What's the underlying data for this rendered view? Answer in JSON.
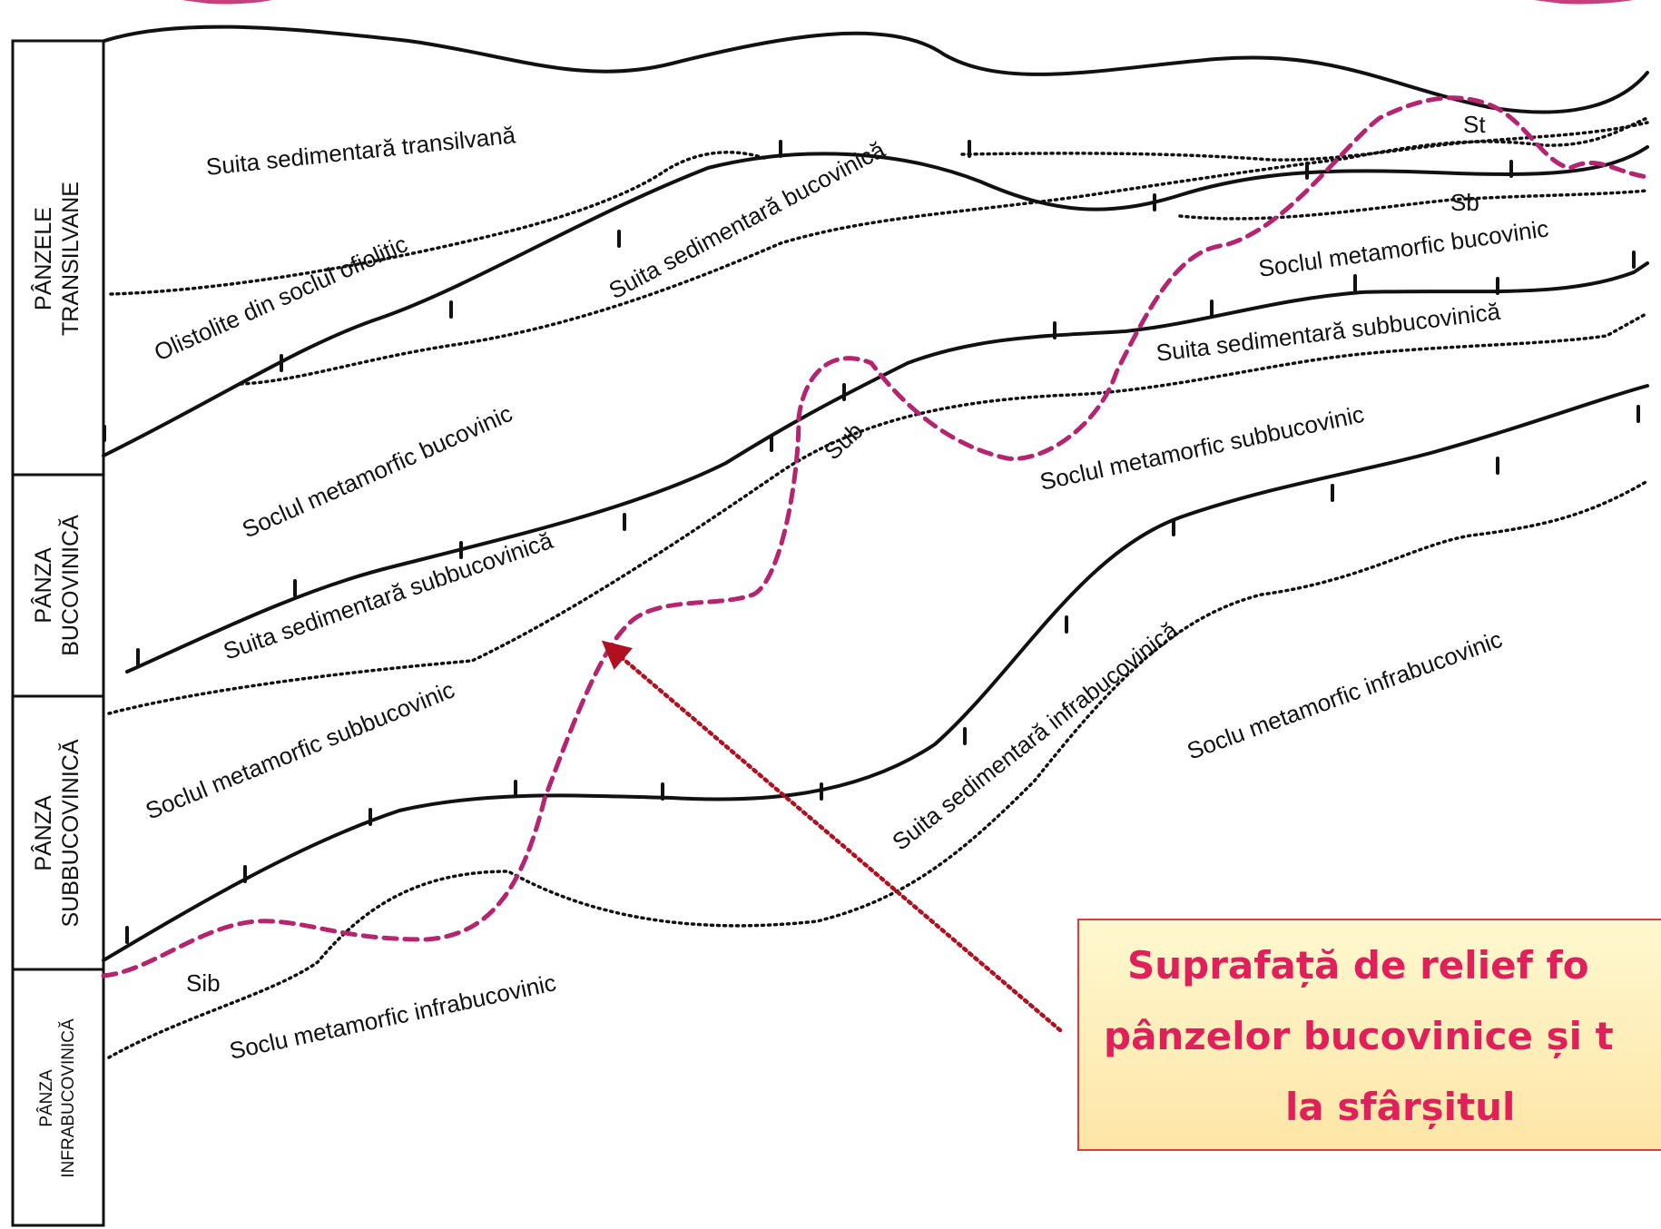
{
  "columns": {
    "transilvane_line1": "PÂNZELE",
    "transilvane_line2": "TRANSILVANE",
    "bucovinica_line1": "PÂNZA",
    "bucovinica_line2": "BUCOVINICĂ",
    "subbucovinica_line1": "PÂNZA",
    "subbucovinica_line2": "SUBBUCOVINICĂ",
    "infrabucovinica_line1": "PÂNZA",
    "infrabucovinica_line2": "INFRABUCOVINICĂ"
  },
  "labels": {
    "suita_transilvana": "Suita sedimentară transilvană",
    "olistolite": "Olistolite din soclul ofiolitic",
    "suita_bucovinica": "Suita sedimentară  bucovinică",
    "soclul_bucovinic_left": "Soclul metamorfic bucovinic",
    "suita_subbucovinica_left": "Suita sedimentară subbucovinică",
    "soclul_subbucovinic_left": "Soclul metamorfic subbucovinic",
    "soclu_infra_left": "Soclu metamorfic infrabucovinic",
    "sib": "Sib",
    "sub": "Sub",
    "st": "St",
    "sb": "Sb",
    "soclul_bucovinic_right": "Soclul metamorfic bucovinic",
    "suita_subbucovinica_right": "Suita sedimentară subbucovinică",
    "soclul_subbucovinic_right": "Soclul metamorfic subbucovinic",
    "suita_infra": "Suita sedimentară infrabucovinică",
    "soclu_infra_right": "Soclu metamorfic infrabucovinic"
  },
  "callout": {
    "line1": "Suprafață de relief fo",
    "line2": "pânzelor bucovinice și t",
    "line3": "la sfârșitul"
  },
  "colors": {
    "line": "#111111",
    "erosion_surface": "#b5246e",
    "arrow": "#b01020",
    "callout_text": "#e0205a",
    "callout_border": "#e23b3b",
    "callout_fill_top": "#fff8d0",
    "callout_fill_bottom": "#fde6a6"
  }
}
